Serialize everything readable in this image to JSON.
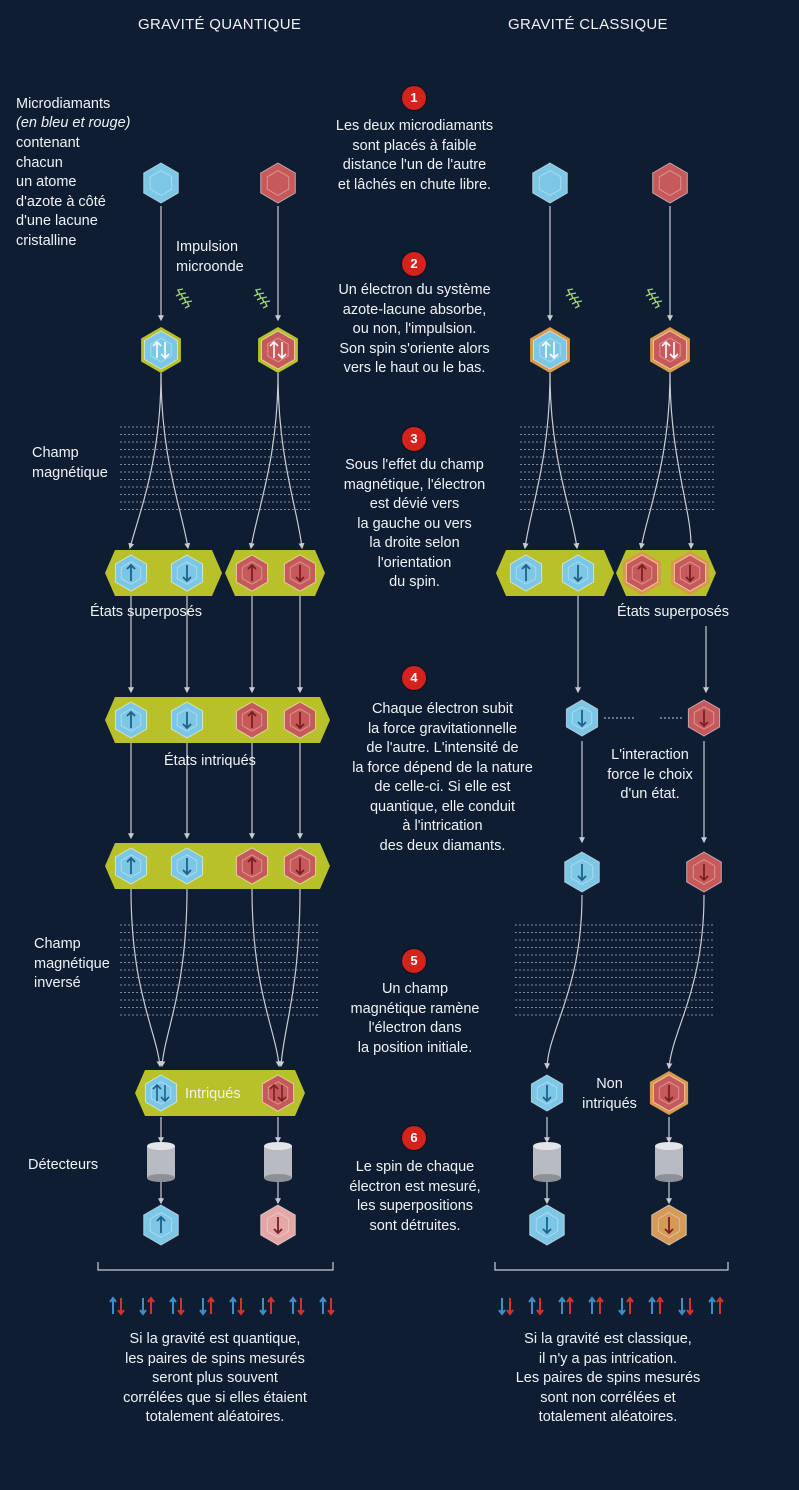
{
  "headers": {
    "quantum": "GRAVITÉ QUANTIQUE",
    "classical": "GRAVITÉ CLASSIQUE"
  },
  "left_labels": {
    "microdiamants": "Microdiamants",
    "microdiamants_italic": "(en bleu et rouge)",
    "microdiamants_rest": "contenant\nchacun\nun atome\nd'azote à côté\nd'une lacune\ncristalline",
    "impulsion": "Impulsion\nmicroonde",
    "champ": "Champ\nmagnétique",
    "etats_superposes": "États superposés",
    "etats_intriques": "États intriqués",
    "champ_inverse": "Champ\nmagnétique\ninversé",
    "intriques": "Intriqués",
    "detecteurs": "Détecteurs",
    "conclusion": "Si la gravité est quantique,\nles paires de spins mesurés\nseront plus souvent\ncorrélées que si elles étaient\ntotalement aléatoires."
  },
  "right_labels": {
    "etats_superposes": "États superposés",
    "interaction": "L'interaction\nforce le choix\nd'un état.",
    "non_intriques": "Non\nintriqués",
    "conclusion": "Si la gravité est classique,\nil n'y a pas intrication.\nLes paires de spins mesurés\nsont non corrélées et\ntotalement aléatoires."
  },
  "steps": [
    {
      "number": "1",
      "text": "Les deux microdiamants\nsont placés à faible\ndistance l'un de l'autre\net lâchés en chute libre."
    },
    {
      "number": "2",
      "text": "Un électron du système\nazote-lacune absorbe,\nou non, l'impulsion.\nSon spin s'oriente alors\nvers le haut ou le bas."
    },
    {
      "number": "3",
      "text": "Sous l'effet du champ\nmagnétique, l'électron\nest dévié vers\nla gauche ou vers\nla droite selon\nl'orientation\ndu spin."
    },
    {
      "number": "4",
      "text": "Chaque électron subit\nla force gravitationnelle\nde l'autre. L'intensité de\nla force dépend de la nature\nde celle-ci. Si elle est\nquantique, elle conduit\nà l'intrication\ndes deux diamants."
    },
    {
      "number": "5",
      "text": "Un champ\nmagnétique ramène\nl'électron dans\nla position initiale."
    },
    {
      "number": "6",
      "text": "Le spin de chaque\nélectron est mesuré,\nles superpositions\nsont détruites."
    }
  ],
  "colors": {
    "background": "#0f1d33",
    "blue_diamond": "#7cc6e6",
    "red_diamond": "#c65a5a",
    "band": "#b9c12a",
    "step_badge": "#d4221c"
  },
  "spin_pairs": {
    "quantum": [
      [
        "up",
        "down"
      ],
      [
        "down",
        "up"
      ],
      [
        "up",
        "down"
      ],
      [
        "down",
        "up"
      ],
      [
        "up",
        "down"
      ],
      [
        "down",
        "up"
      ],
      [
        "up",
        "down"
      ],
      [
        "up",
        "down"
      ]
    ],
    "classical": [
      [
        "down",
        "down"
      ],
      [
        "up",
        "down"
      ],
      [
        "up",
        "up"
      ],
      [
        "up",
        "up"
      ],
      [
        "down",
        "up"
      ],
      [
        "up",
        "up"
      ],
      [
        "down",
        "down"
      ],
      [
        "up",
        "up"
      ]
    ]
  }
}
